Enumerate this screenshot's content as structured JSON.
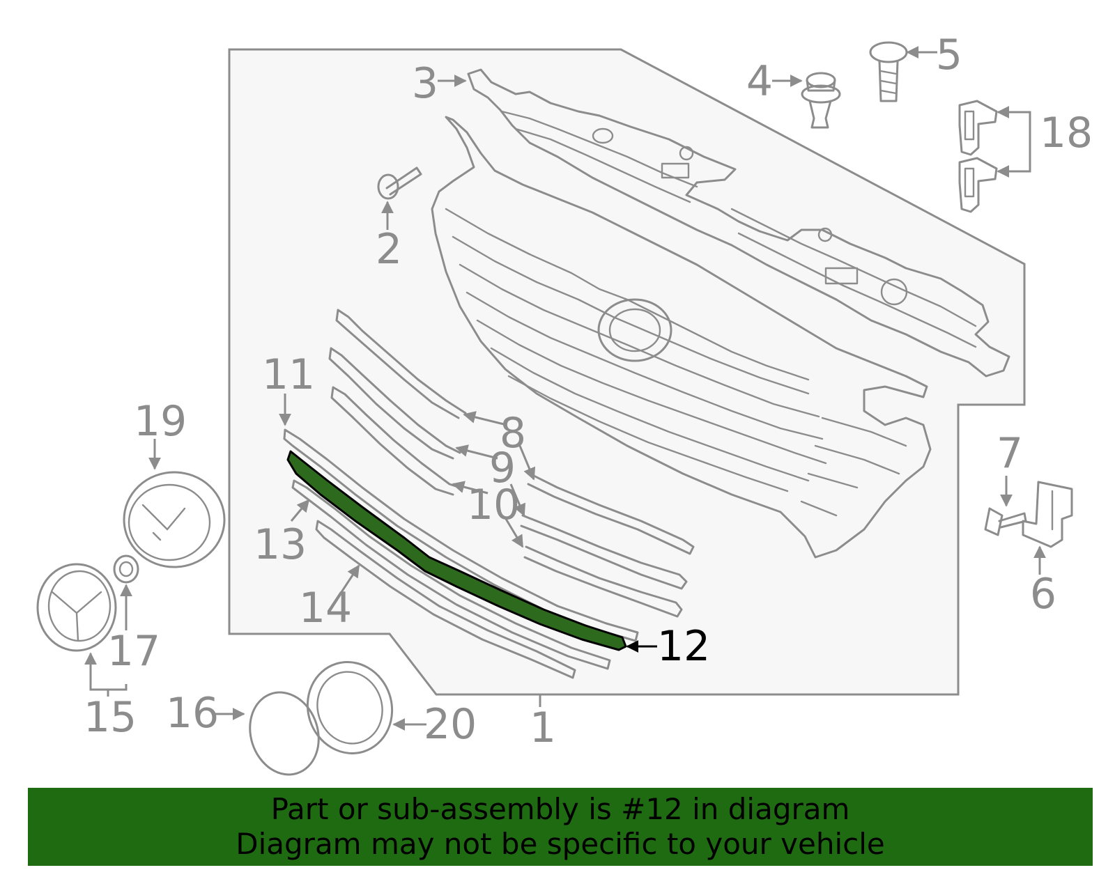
{
  "diagram": {
    "callouts": [
      "1",
      "2",
      "3",
      "4",
      "5",
      "6",
      "7",
      "8",
      "9",
      "10",
      "11",
      "12",
      "13",
      "14",
      "15",
      "16",
      "17",
      "18",
      "19",
      "20"
    ],
    "highlighted_part": "12",
    "highlight_color": "#2e6a1e",
    "frame_fill": "#f7f7f7",
    "line_color": "#8c8c8c"
  },
  "banner": {
    "line1": "Part or sub-assembly is #12 in diagram",
    "line2": "Diagram may not be specific to your vehicle",
    "background": "#1f6b12"
  }
}
